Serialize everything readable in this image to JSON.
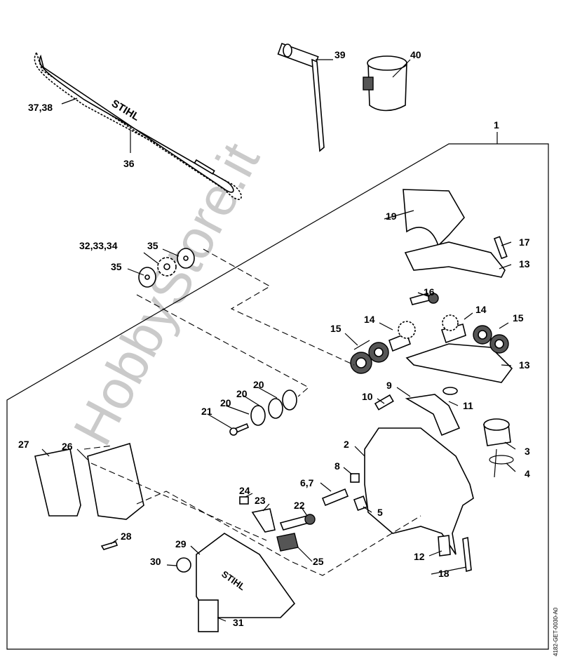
{
  "watermark": "HobbyStore.it",
  "drawing_code": "4182-GET-0030-A0",
  "brand_logo": "STIHL",
  "callouts": {
    "c1": "1",
    "c2": "2",
    "c3": "3",
    "c4": "4",
    "c5": "5",
    "c67": "6,7",
    "c8": "8",
    "c9": "9",
    "c10": "10",
    "c11": "11",
    "c12": "12",
    "c13a": "13",
    "c13b": "13",
    "c14a": "14",
    "c14b": "14",
    "c15a": "15",
    "c15b": "15",
    "c16": "16",
    "c17": "17",
    "c18": "18",
    "c19": "19",
    "c20a": "20",
    "c20b": "20",
    "c20c": "20",
    "c21": "21",
    "c22": "22",
    "c23": "23",
    "c24": "24",
    "c25": "25",
    "c26": "26",
    "c27": "27",
    "c28": "28",
    "c29": "29",
    "c30": "30",
    "c31": "31",
    "c323334": "32,33,34",
    "c35a": "35",
    "c35b": "35",
    "c36": "36",
    "c3738": "37,38",
    "c39": "39",
    "c40": "40"
  }
}
